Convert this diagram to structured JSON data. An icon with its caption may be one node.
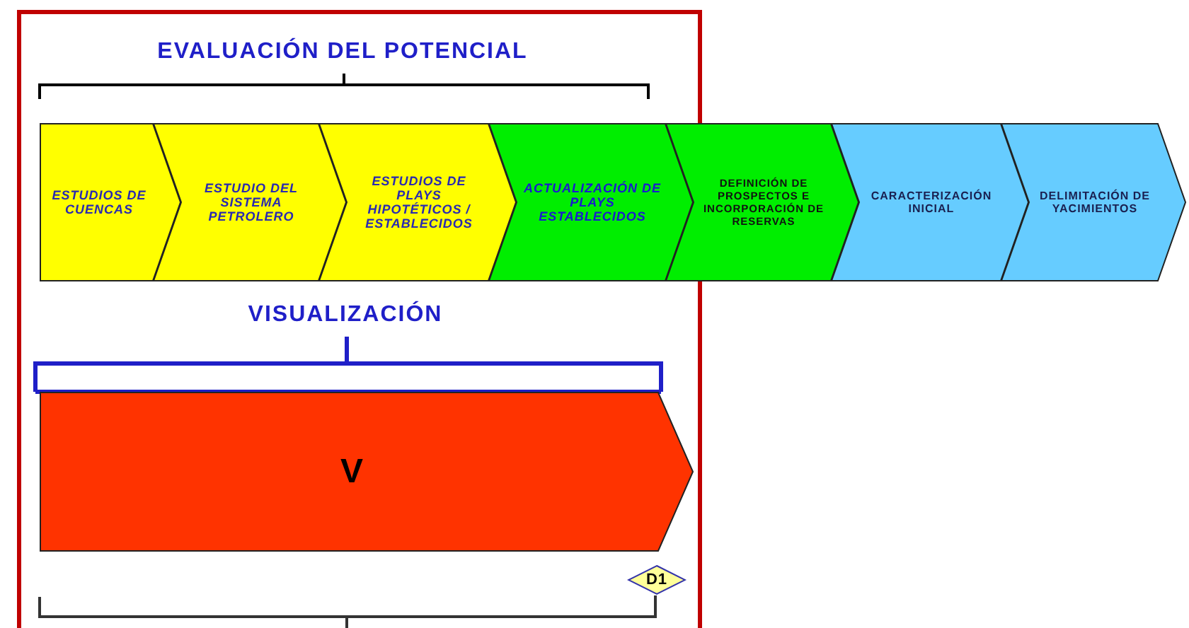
{
  "diagram": {
    "nodes": [
      {
        "text": [
          "ESTUDIOS DE CUENCAS"
        ]
      },
      {
        "text": [
          "ESTUDIO DEL SISTEMA PETROLERO"
        ]
      },
      {
        "text": [
          "ESTUDIOS DE PLAYS HIPOTÉTICOS / ESTABLECIDOS"
        ]
      },
      {
        "text": [
          "ACTUALIZACIÓN DE PLAYS ESTABLECIDOS"
        ]
      },
      {
        "text": [
          "DEFINICIÓN DE PROSPECTOS E INCORPORACIÓN DE RESERVAS"
        ]
      },
      {
        "text": [
          "CARACTERIZACIÓN INICIAL"
        ]
      },
      {
        "text": [
          "DELIMITACIÓN DE YACIMIENTOS"
        ]
      },
      {
        "text": [
          "V"
        ]
      },
      {
        "text": [
          "D1"
        ]
      }
    ],
    "edges": [],
    "labels": [
      "EVALUACIÓN DEL POTENCIAL",
      "VISUALIZACIÓN"
    ]
  }
}
